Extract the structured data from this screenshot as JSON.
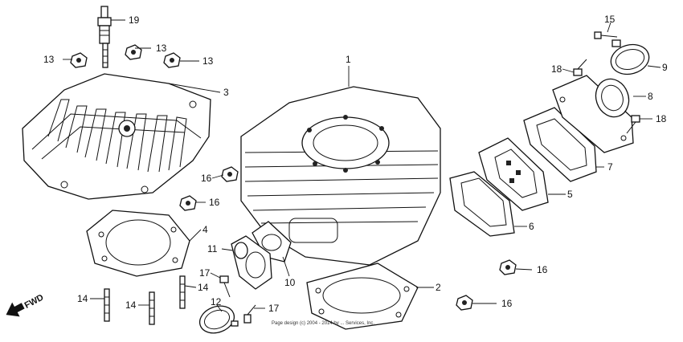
{
  "callouts": [
    "1",
    "2",
    "3",
    "4",
    "5",
    "6",
    "7",
    "8",
    "9",
    "10",
    "11",
    "12",
    "13",
    "13",
    "13",
    "14",
    "14",
    "14",
    "15",
    "16",
    "16",
    "16",
    "16",
    "17",
    "17",
    "18",
    "18",
    "19"
  ],
  "forward_label": "FWD",
  "copyright": "Page design (c) 2004 - 2014 by ... Services, Inc."
}
